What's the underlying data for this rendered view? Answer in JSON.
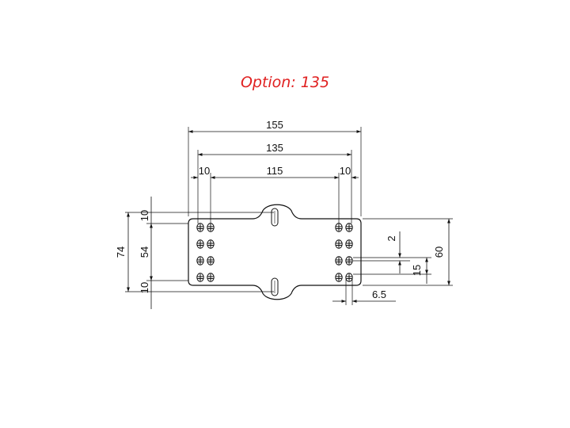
{
  "title": "Option: 135",
  "colors": {
    "title": "#e02020",
    "line": "#111111",
    "background": "#ffffff"
  },
  "dimensions": {
    "overall_width": "155",
    "hole_span": "135",
    "inner_span": "115",
    "left_offset": "10",
    "right_offset": "10",
    "overall_height": "74",
    "body_height": "54",
    "top_offset": "10",
    "bottom_offset": "10",
    "slot_gap": "2",
    "hole_pitch": "15",
    "side_height": "60",
    "hole_diameter": "6.5"
  }
}
